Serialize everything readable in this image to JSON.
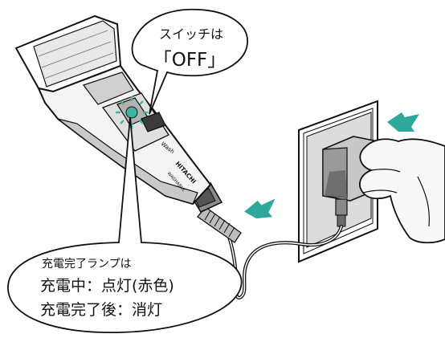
{
  "callout_switch": {
    "line1": "スイッチは",
    "line2": "「OFF」"
  },
  "callout_lamp": {
    "heading": "充電完了ランプは",
    "line_charging": "充電中：点灯(赤色)",
    "line_complete": "充電完了後：消灯"
  },
  "shaver": {
    "brand": "HITACHI",
    "washable": "WASHABLE",
    "switch_mark": "Wash"
  },
  "colors": {
    "outline": "#111111",
    "body_light": "#f2f2f2",
    "body_mid": "#d6d6d6",
    "body_dark": "#a8a8a8",
    "arrow_teal": "#2fa89c",
    "lamp_teal": "#3fb3a6"
  },
  "icons": [
    "arrow-icon",
    "lamp-glow-icon",
    "plug-icon",
    "wall-outlet-icon"
  ]
}
